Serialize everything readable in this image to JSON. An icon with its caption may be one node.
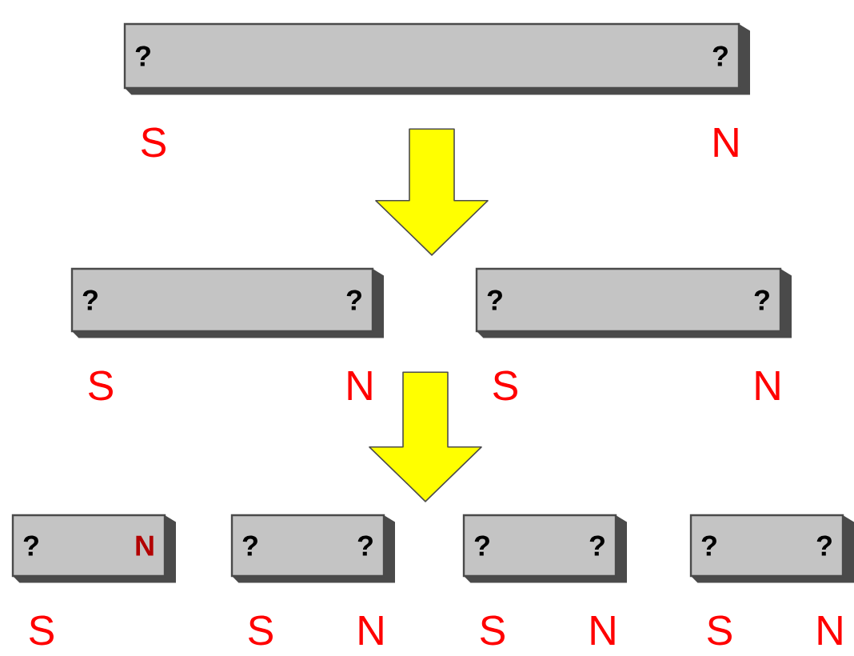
{
  "diagram": {
    "nodes": [
      {
        "text": [
          "?",
          "?"
        ],
        "beside": [
          "S",
          "N"
        ]
      },
      {
        "text": [
          "?",
          "?"
        ],
        "beside": [
          "S",
          "N"
        ]
      },
      {
        "text": [
          "?",
          "?"
        ],
        "beside": [
          "S",
          "N"
        ]
      },
      {
        "text": [
          "?",
          "N"
        ],
        "beside": [
          "S"
        ]
      },
      {
        "text": [
          "?",
          "?"
        ],
        "beside": [
          "S",
          "N"
        ]
      },
      {
        "text": [
          "?",
          "?"
        ],
        "beside": [
          "S",
          "N"
        ]
      },
      {
        "text": [
          "?",
          "?"
        ],
        "beside": [
          "S",
          "N"
        ]
      }
    ],
    "edges": [
      {
        "from": 0,
        "to": 1,
        "arrow": "to",
        "color": "#ffff00"
      },
      {
        "from": 0,
        "to": 2,
        "arrow": "to",
        "color": "#ffff00"
      },
      {
        "from": 1,
        "to": 4,
        "arrow": "to",
        "color": "#ffff00"
      },
      {
        "from": 2,
        "to": 5,
        "arrow": "to",
        "color": "#ffff00"
      }
    ]
  }
}
